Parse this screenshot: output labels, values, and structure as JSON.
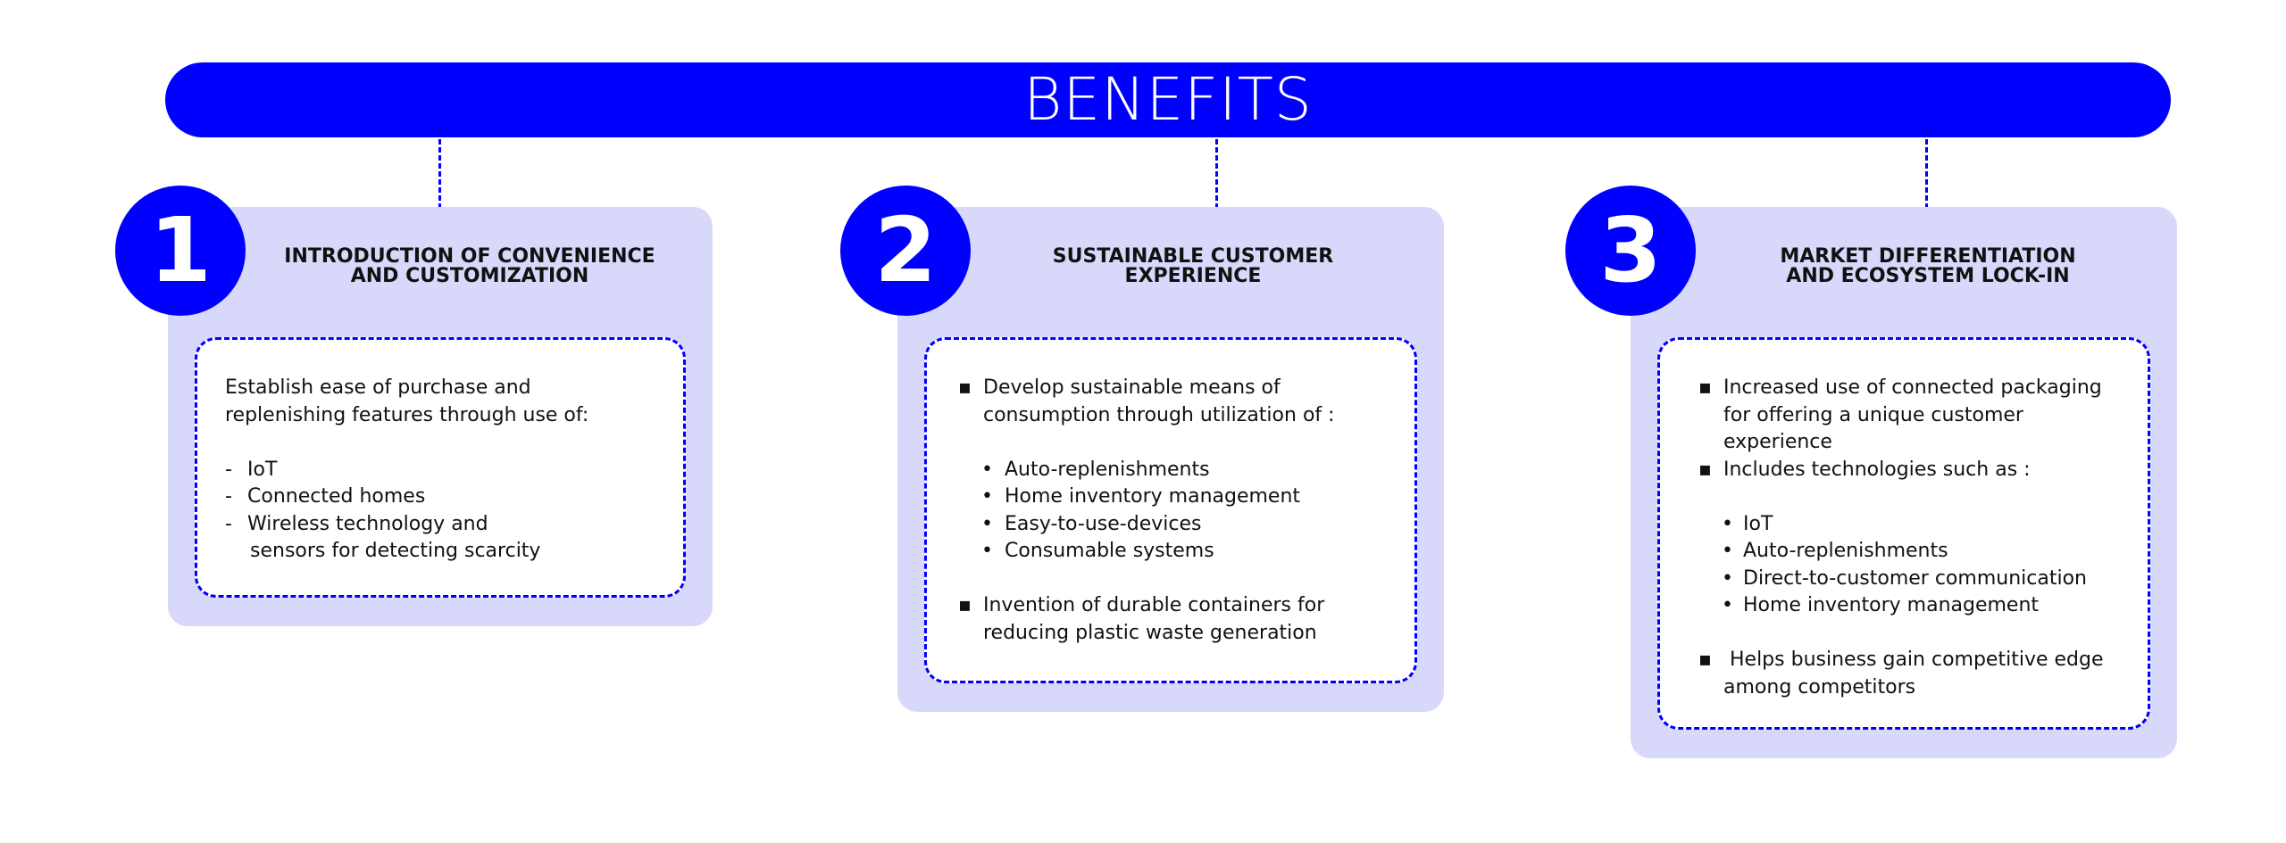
{
  "banner": {
    "title": "BENEFITS"
  },
  "colors": {
    "accent": "#0000ff",
    "card_bg": "#d8d8fb",
    "inner_bg": "#ffffff",
    "text": "#111111"
  },
  "cards": [
    {
      "number": "1",
      "title_lines": [
        "INTRODUCTION OF CONVENIENCE",
        "AND CUSTOMIZATION"
      ],
      "intro_lines": [
        "Establish ease of purchase and",
        "replenishing features through use of:"
      ],
      "items": [
        {
          "marker": "-",
          "text": "IoT"
        },
        {
          "marker": "-",
          "text": "Connected homes"
        },
        {
          "marker": "-",
          "text": "Wireless technology and"
        },
        {
          "marker": "",
          "text": "sensors for detecting scarcity"
        }
      ]
    },
    {
      "number": "2",
      "title_lines": [
        "SUSTAINABLE CUSTOMER",
        "EXPERIENCE"
      ],
      "bullet_1_lines": [
        "Develop sustainable means of",
        "consumption through utilization of :"
      ],
      "sub_items": [
        {
          "marker": "•",
          "text": "Auto-replenishments"
        },
        {
          "marker": "•",
          "text": "Home inventory management"
        },
        {
          "marker": "•",
          "text": "Easy-to-use-devices"
        },
        {
          "marker": "•",
          "text": "Consumable systems"
        }
      ],
      "bullet_2_lines": [
        "Invention of durable containers for",
        "reducing plastic waste generation"
      ]
    },
    {
      "number": "3",
      "title_lines": [
        "MARKET DIFFERENTIATION",
        "AND ECOSYSTEM LOCK-IN"
      ],
      "bullet_1_lines": [
        "Increased use of connected packaging",
        "for offering a unique customer",
        "experience"
      ],
      "bullet_2_lines": [
        "Includes technologies such as :"
      ],
      "sub_items": [
        {
          "marker": "•",
          "text": "IoT"
        },
        {
          "marker": "•",
          "text": "Auto-replenishments"
        },
        {
          "marker": "•",
          "text": "Direct-to-customer communication"
        },
        {
          "marker": "•",
          "text": "Home inventory management"
        }
      ],
      "bullet_3_lines": [
        " Helps business gain competitive edge",
        "among competitors"
      ]
    }
  ],
  "markers": {
    "square": "▪"
  }
}
